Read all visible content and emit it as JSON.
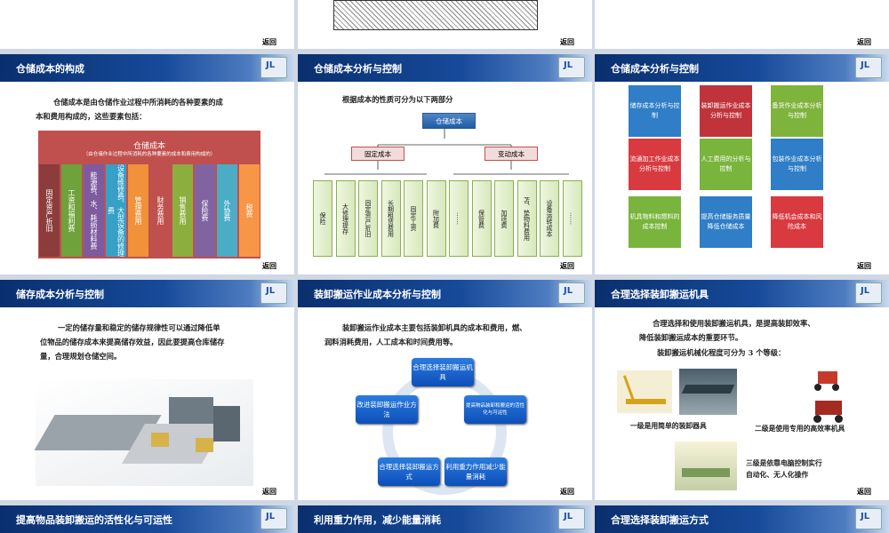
{
  "back_label": "返回",
  "top_row": {
    "labels": [
      "返回",
      "返回",
      "返回"
    ]
  },
  "slide1": {
    "title": "仓储成本的构成",
    "intro_line1": "仓储成本是由仓储作业过程中所消耗的各种要素的成",
    "intro_line2": "本和费用构成的，这些要素包括：",
    "box_title": "仓储成本",
    "box_sub": "（由仓储作业过程中所消耗的各种要素的成本和费用构成的）",
    "items": [
      "固定资产折旧",
      "工资和福利费",
      "能源费、水、耗损材料费",
      "设备维修费、大型设备的修理费",
      "管理费用",
      "财务费用",
      "销售费用",
      "保险费",
      "外协费",
      "税费"
    ]
  },
  "slide2": {
    "title": "仓储成本分析与控制",
    "intro": "根据成本的性质可分为以下两部分",
    "root": "仓储成本",
    "fixed": "固定成本",
    "variable": "变动成本",
    "fixed_items": [
      "保险",
      "大修理提存",
      "固定资产折旧",
      "长期租赁费用",
      "固定工资",
      "附加费",
      "……"
    ],
    "variable_items": [
      "保管费",
      "加班费",
      "苫、垫物料费用",
      "设备运转成本",
      "……"
    ]
  },
  "slide3": {
    "title": "仓储成本分析与控制",
    "pieces": [
      "储存成本分析与控制",
      "装卸搬运作业成本分析与控制",
      "备货作业成本分析与控制",
      "流通加工作业成本分析与控制",
      "人工费用的分析与控制",
      "包装作业成本分析与控制",
      "机具物料和燃料的成本控制",
      "提高仓储服务质量降低仓储成本",
      "降低机会成本和风险成本"
    ]
  },
  "slide4": {
    "title": "储存成本分析与控制",
    "line1": "一定的储存量和稳定的储存规律性可以通过降低单",
    "line2": "位物品的储存成本来提高储存效益，因此要提高仓库储存",
    "line3": "量，合理规划仓储空间。"
  },
  "slide5": {
    "title": "装卸搬运作业成本分析与控制",
    "line1": "装卸搬运作业成本主要包括装卸机具的成本和费用，燃、",
    "line2": "润料消耗费用，人工成本和时间费用等。",
    "nodes": [
      "合理选择装卸搬运机具",
      "提高物品装卸和搬运的活性化与可运性",
      "利用重力作用减少能量消耗",
      "合理选择装卸搬运方式",
      "改进装卸搬运作业方法"
    ]
  },
  "slide6": {
    "title": "合理选择装卸搬运机具",
    "line1": "合理选择和使用装卸搬运机具，是提高装卸效率、",
    "line2": "降低装卸搬运成本的重要环节。",
    "line3": "装卸搬运机械化程度可分为 3 个等级：",
    "level1": "一级是用简单的装卸器具",
    "level2": "二级是使用专用的高效率机具",
    "level3a": "三级是依靠电脑控制实行",
    "level3b": "自动化、无人化操作"
  },
  "bottom": {
    "t1": "提高物品装卸搬运的活性化与可运性",
    "t2": "利用重力作用，减少能量消耗",
    "t3": "合理选择装卸搬运方式"
  },
  "logo": "JL"
}
